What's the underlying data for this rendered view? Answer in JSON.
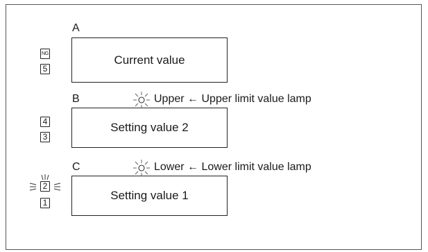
{
  "panel": {
    "display_a": {
      "letter": "A",
      "label": "Current value"
    },
    "display_b": {
      "letter": "B",
      "label": "Setting value 2"
    },
    "display_c": {
      "letter": "C",
      "label": "Setting value 1"
    },
    "keys": {
      "ng": "NG",
      "k5": "5",
      "k4": "4",
      "k3": "3",
      "k2": "2",
      "k1": "1"
    },
    "upper_lamp": {
      "name": "Upper",
      "arrow": "←",
      "description": "Upper limit value lamp"
    },
    "lower_lamp": {
      "name": "Lower",
      "arrow": "←",
      "description": "Lower limit value lamp"
    }
  }
}
